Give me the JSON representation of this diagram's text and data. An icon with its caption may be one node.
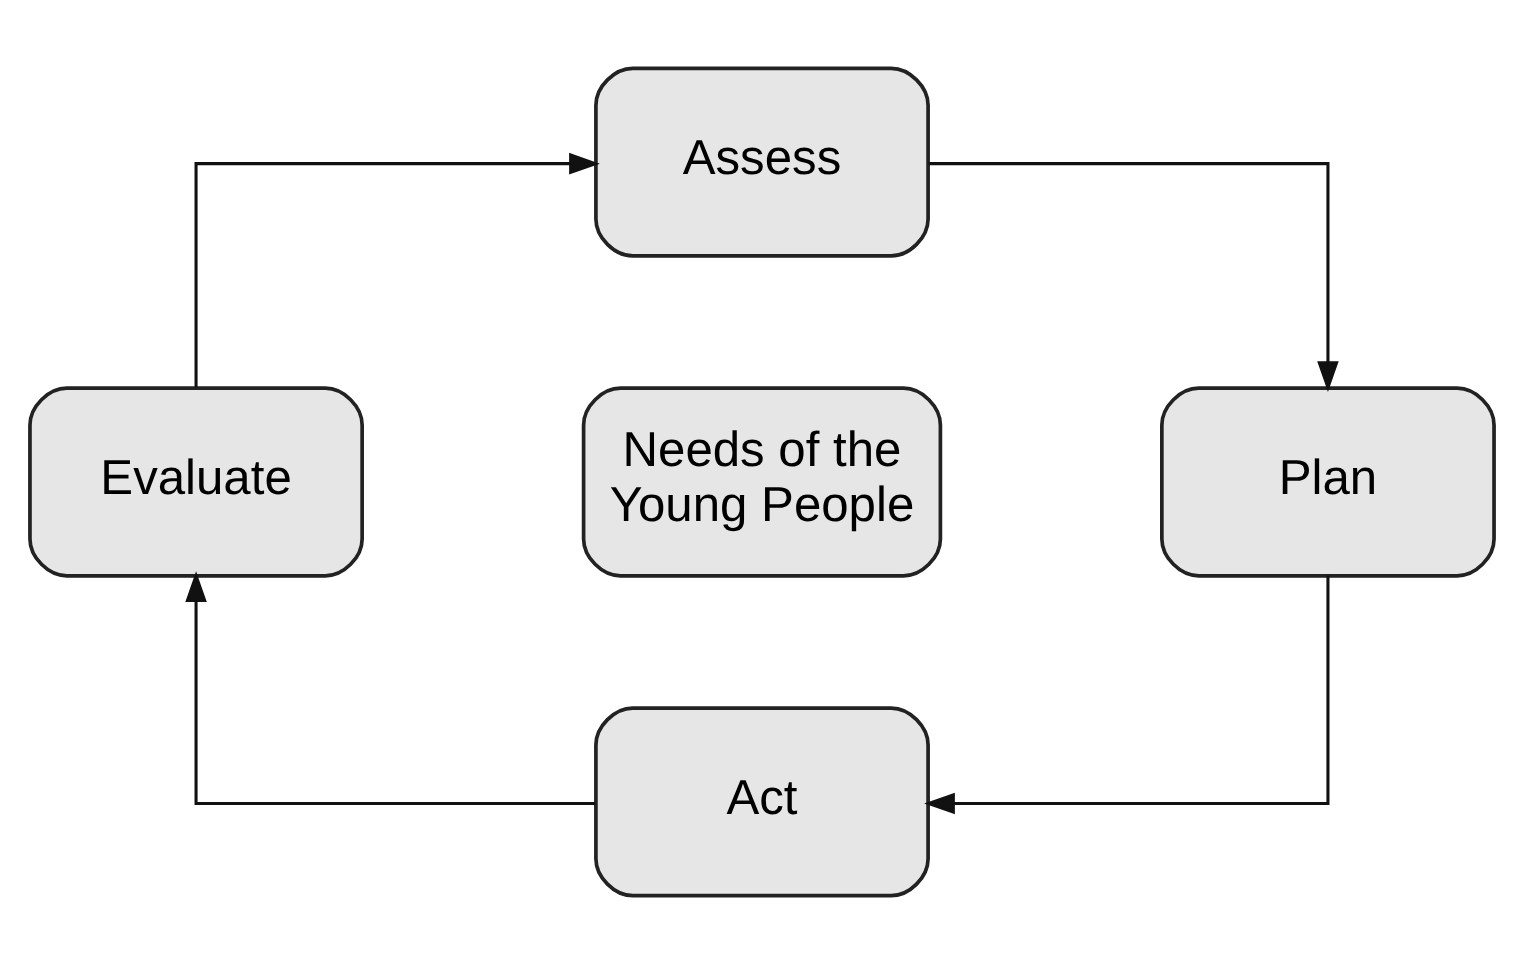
{
  "diagram": {
    "nodes": [
      {
        "text": [
          "Assess"
        ]
      },
      {
        "text": [
          "Plan"
        ]
      },
      {
        "text": [
          "Act"
        ]
      },
      {
        "text": [
          "Evaluate"
        ]
      },
      {
        "text": [
          "Needs of the Young People"
        ]
      }
    ],
    "edges": [
      {
        "from": 0,
        "to": 1,
        "arrow": "to"
      },
      {
        "from": 1,
        "to": 2,
        "arrow": "to"
      },
      {
        "from": 2,
        "to": 3,
        "arrow": "to"
      },
      {
        "from": 3,
        "to": 0,
        "arrow": "to"
      }
    ]
  }
}
